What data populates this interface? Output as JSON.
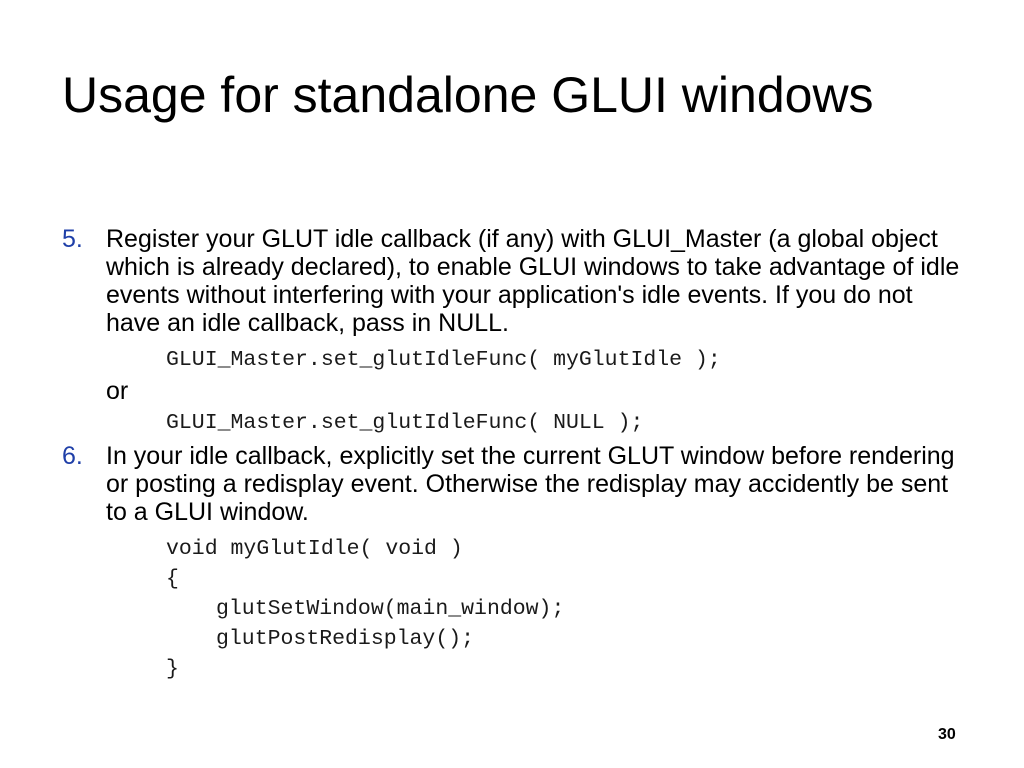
{
  "slide": {
    "title": "Usage for standalone GLUI windows",
    "items": [
      {
        "number": "5.",
        "text": "Register your GLUT idle callback (if any) with GLUI_Master (a global object which is already declared), to enable GLUI windows to take advantage of idle events without interfering with your application's idle events. If you do not have an idle callback, pass in NULL.",
        "code1": "GLUI_Master.set_glutIdleFunc( myGlutIdle );",
        "or": "or",
        "code2": "GLUI_Master.set_glutIdleFunc( NULL );"
      },
      {
        "number": "6.",
        "text": "In your idle callback, explicitly set the current GLUT window before rendering or posting a redisplay event. Otherwise the redisplay may accidently be sent to a GLUI window.",
        "code": [
          "void myGlutIdle( void )",
          "{",
          "glutSetWindow(main_window);",
          "glutPostRedisplay();",
          "}"
        ]
      }
    ],
    "page_number": "30"
  }
}
